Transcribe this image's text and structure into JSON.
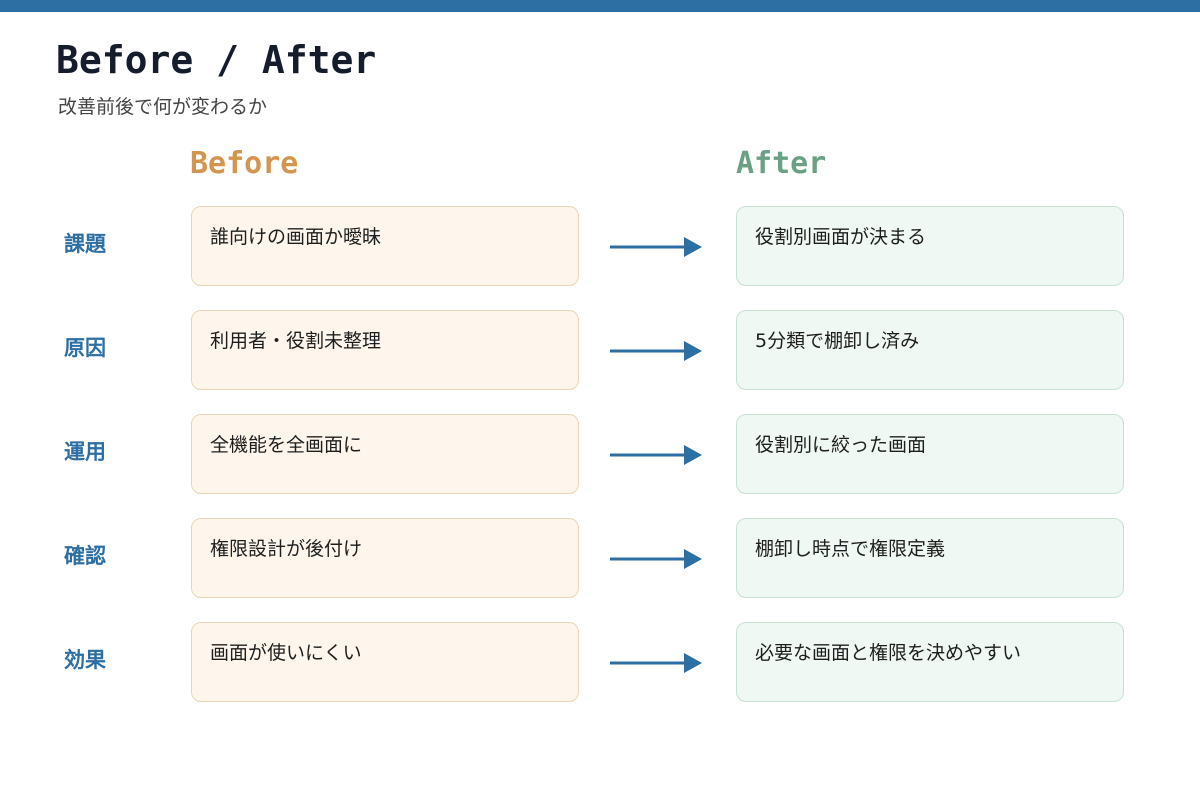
{
  "header": {
    "title": "Before / After",
    "subtitle": "改善前後で何が変わるか"
  },
  "columns": {
    "before_label": "Before",
    "after_label": "After"
  },
  "rows": [
    {
      "label": "課題",
      "before": "誰向けの画面か曖昧",
      "after": "役割別画面が決まる"
    },
    {
      "label": "原因",
      "before": "利用者・役割未整理",
      "after": "5分類で棚卸し済み"
    },
    {
      "label": "運用",
      "before": "全機能を全画面に",
      "after": "役割別に絞った画面"
    },
    {
      "label": "確認",
      "before": "権限設計が後付け",
      "after": "棚卸し時点で権限定義"
    },
    {
      "label": "効果",
      "before": "画面が使いにくい",
      "after": "必要な画面と権限を決めやすい"
    }
  ],
  "colors": {
    "accent": "#2d6ea3",
    "before_heading": "#d4954f",
    "after_heading": "#6aa084",
    "before_card_bg": "#fef6ec",
    "before_card_border": "#ecd3b3",
    "after_card_bg": "#eff8f3",
    "after_card_border": "#c8e0d2",
    "row_label": "#2d6ea3",
    "arrow": "#2d6ea3"
  }
}
